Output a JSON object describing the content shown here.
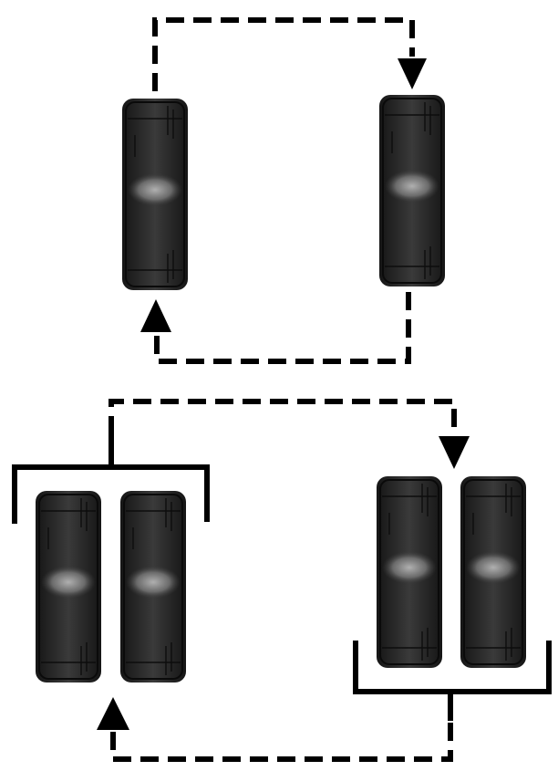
{
  "diagram": {
    "line_color": "#000000",
    "tire_body_color": "#2a2a2a",
    "tire_highlight_color": "#9a9a9a",
    "tire_tread_color": "#111111",
    "groups": [
      {
        "name": "single-tire-rotation",
        "tires": [
          "left-single-tire",
          "right-single-tire"
        ],
        "path": "dashed-loop",
        "arrows": [
          "down-into-right-tire",
          "up-into-left-tire"
        ]
      },
      {
        "name": "dual-tire-rotation",
        "tires": [
          "left-dual-pair",
          "right-dual-pair"
        ],
        "path": "dashed-loop",
        "arrows": [
          "down-into-right-pair",
          "up-into-left-pair"
        ]
      }
    ]
  }
}
